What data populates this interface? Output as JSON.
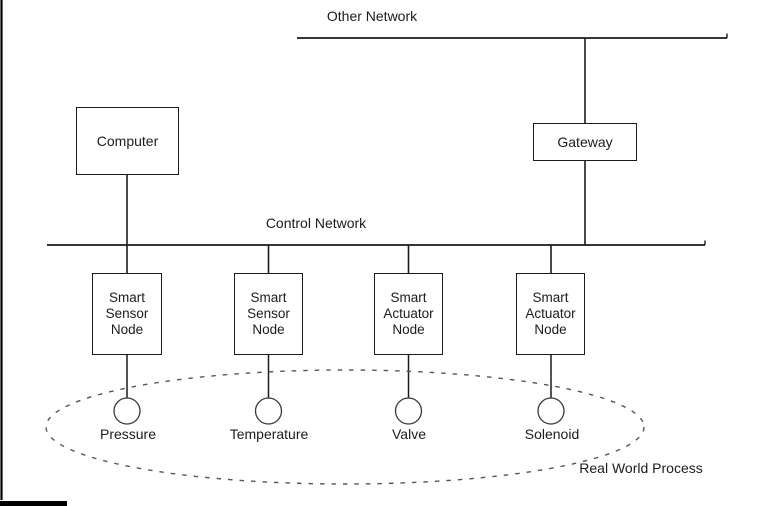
{
  "diagram": {
    "title_context": "Control network architecture diagram",
    "buses": {
      "other_network_label": "Other Network",
      "control_network_label": "Control Network"
    },
    "devices_boundary_label": "Real World Process",
    "computer_label": "Computer",
    "gateway_label": "Gateway",
    "nodes": [
      {
        "label": "Smart Sensor Node",
        "device": "Pressure"
      },
      {
        "label": "Smart Sensor Node",
        "device": "Temperature"
      },
      {
        "label": "Smart Actuator Node",
        "device": "Valve"
      },
      {
        "label": "Smart Actuator Node",
        "device": "Solenoid"
      }
    ],
    "colors": {
      "line": "#1a1a1a",
      "circle_stroke": "#3a3a3a",
      "ellipse_stroke": "#555555",
      "background": "#ffffff",
      "scan_edge": "#000000"
    }
  }
}
